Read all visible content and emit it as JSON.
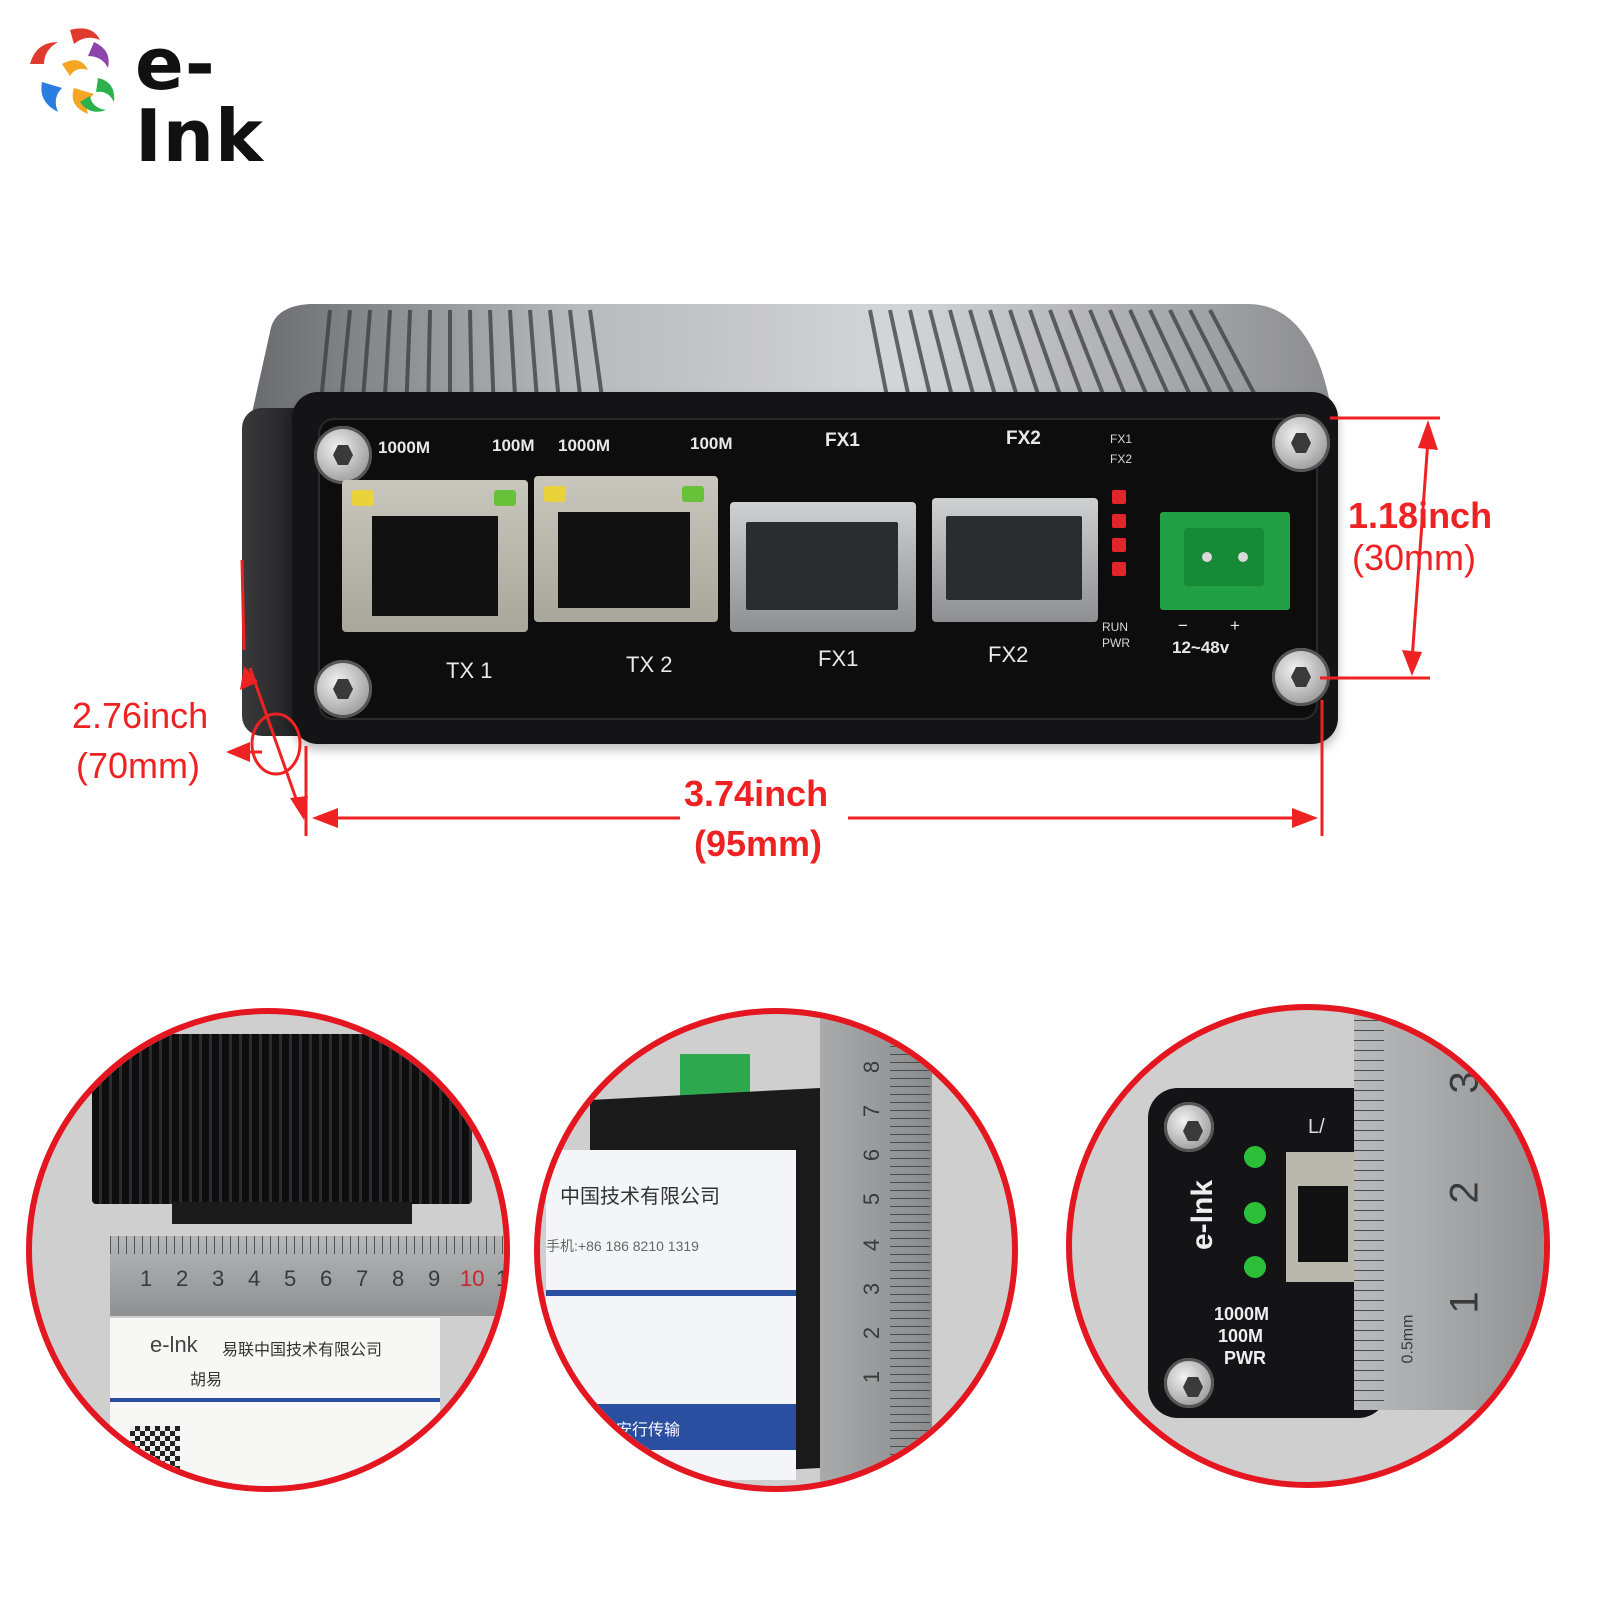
{
  "logo": {
    "brand_text": "e-Ink",
    "colors": [
      "#e03a2f",
      "#f5a623",
      "#2a7de1",
      "#2bb24c",
      "#8e44ad"
    ]
  },
  "device_panel": {
    "top_labels": [
      "1000M",
      "100M",
      "1000M",
      "100M",
      "FX1",
      "FX2"
    ],
    "led_labels_top": [
      "FX1",
      "FX2"
    ],
    "led_labels_bottom": [
      "RUN",
      "PWR"
    ],
    "port_labels": [
      "TX 1",
      "TX 2",
      "FX1",
      "FX2"
    ],
    "power_terminal": {
      "minus": "−",
      "plus": "+",
      "voltage": "12~48v"
    }
  },
  "dimensions": {
    "height": {
      "inch": "1.18inch",
      "mm": "(30mm)"
    },
    "depth": {
      "inch": "2.76inch",
      "mm": "(70mm)"
    },
    "width": {
      "inch": "3.74inch",
      "mm": "(95mm)"
    }
  },
  "detail_photos": {
    "left": {
      "ruler_numbers": [
        "1",
        "2",
        "3",
        "4",
        "5",
        "6",
        "7",
        "8",
        "9",
        "10",
        "1"
      ],
      "card_brand": "e-lnk",
      "card_company": "易联中国技术有限公司",
      "card_name": "胡易"
    },
    "middle": {
      "ruler_numbers": [
        "8",
        "7",
        "6",
        "5",
        "4",
        "3",
        "2",
        "1"
      ],
      "card_company": "中国技术有限公司",
      "card_phone": "手机:+86 186 8210 1319",
      "card_slogan": "安行传输"
    },
    "right": {
      "ruler_numbers": [
        "3",
        "2",
        "1"
      ],
      "ruler_unit": "0.5mm",
      "device_brand": "e-lnk",
      "port_label_partial": "L/",
      "led_labels": [
        "1000M",
        "100M",
        "PWR"
      ]
    }
  },
  "colors": {
    "annotation_red": "#ee2222",
    "circle_border": "#e4161f",
    "terminal_green": "#22a046"
  }
}
